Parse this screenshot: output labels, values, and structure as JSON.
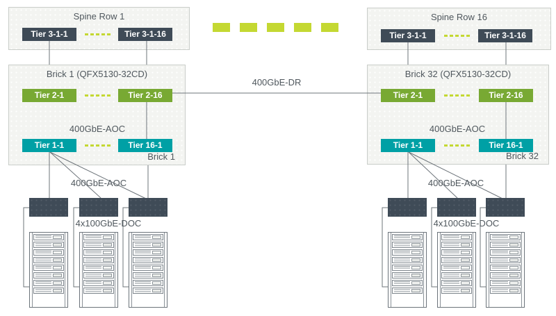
{
  "diagram": {
    "spine_left": {
      "title": "Spine Row 1",
      "node_left": "Tier 3-1-1",
      "node_right": "Tier 3-1-16"
    },
    "spine_right": {
      "title": "Spine Row 16",
      "node_left": "Tier 3-1-1",
      "node_right": "Tier 3-1-16"
    },
    "brick_left": {
      "title": "Brick 1 (QFX5130-32CD)",
      "tier2_left": "Tier 2-1",
      "tier2_right": "Tier 2-16",
      "aoc_label": "400GbE-AOC",
      "tier1_left": "Tier 1-1",
      "tier1_right": "Tier 16-1",
      "corner_label": "Brick 1"
    },
    "brick_right": {
      "title": "Brick 32 (QFX5130-32CD)",
      "tier2_left": "Tier 2-1",
      "tier2_right": "Tier 2-16",
      "aoc_label": "400GbE-AOC",
      "tier1_left": "Tier 1-1",
      "tier1_right": "Tier 16-1",
      "corner_label": "Brick 32"
    },
    "links": {
      "dr_label": "400GbE-DR",
      "aoc_left_label": "400GbE-AOC",
      "aoc_right_label": "400GbE-AOC",
      "dac_left_label": "4x100GbE-DOC",
      "dac_right_label": "4x100GbE-DOC"
    },
    "colors": {
      "tier3_node": "#3f4b57",
      "tier2_node": "#78a933",
      "tier1_node": "#00a0a5",
      "ellipsis_dash": "#c4d832",
      "wire": "#6d747a",
      "panel_fill": "#f3f4f1",
      "text": "#4f575d"
    }
  }
}
